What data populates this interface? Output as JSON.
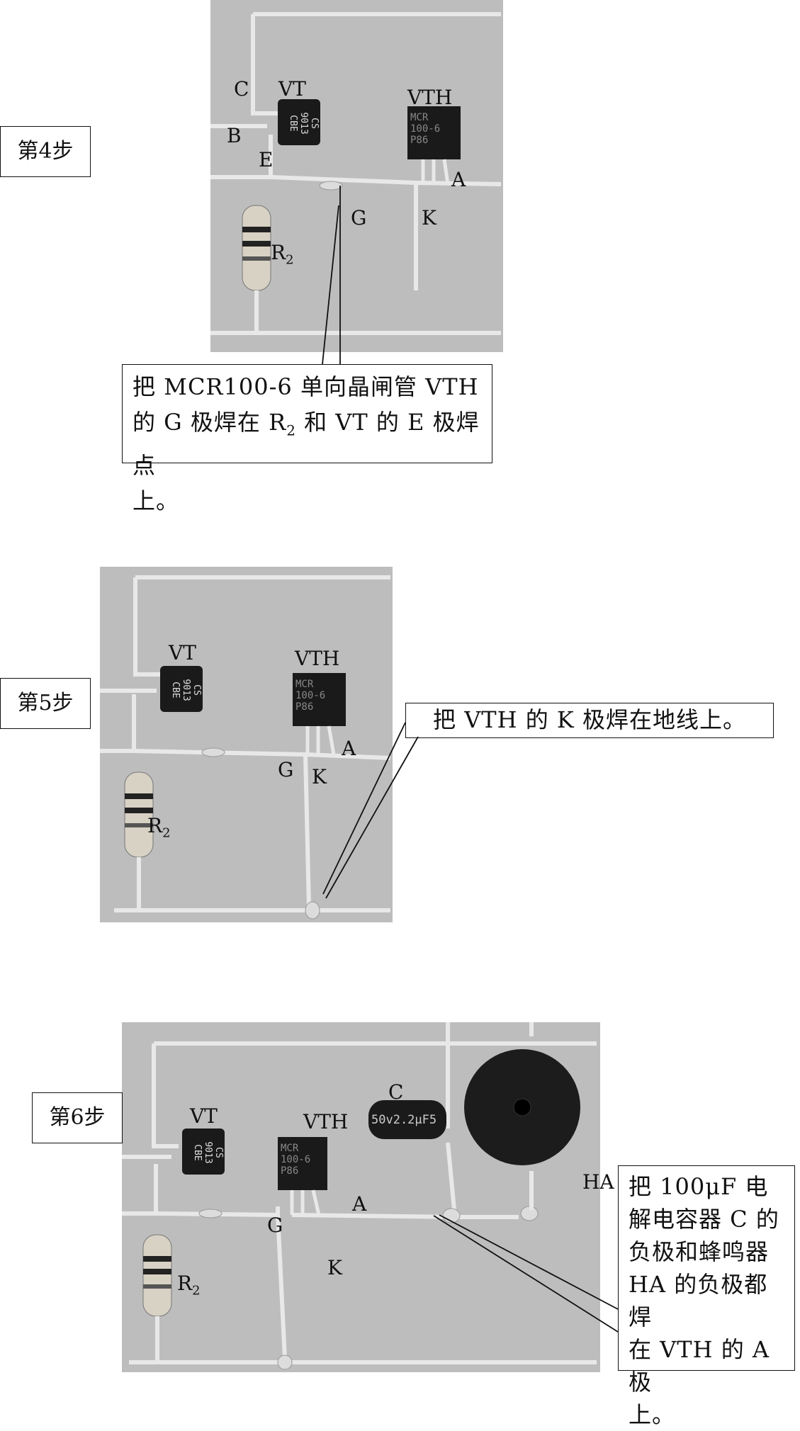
{
  "step4": {
    "step_label": "第4步",
    "note_lines": [
      "把 MCR100-6 单向晶闸管 VTH",
      "的 G 极焊在 R",
      "2",
      " 和 VT 的 E 极焊点",
      "上。"
    ],
    "labels": {
      "c": "C",
      "vt": "VT",
      "b": "B",
      "e": "E",
      "vth": "VTH",
      "a": "A",
      "g": "G",
      "k": "K",
      "r2": "R",
      "r2_sub": "2"
    },
    "vt_marking": [
      "CS",
      "9013",
      "CBE"
    ],
    "vth_marking": [
      "MCR",
      "100-6",
      "P86"
    ]
  },
  "step5": {
    "step_label": "第5步",
    "note_text": "把 VTH 的 K 极焊在地线上。",
    "labels": {
      "vt": "VT",
      "vth": "VTH",
      "a": "A",
      "g": "G",
      "k": "K",
      "r2": "R",
      "r2_sub": "2"
    },
    "vt_marking": [
      "CS",
      "9013",
      "CBE"
    ],
    "vth_marking": [
      "MCR",
      "100-6",
      "P86"
    ]
  },
  "step6": {
    "step_label": "第6步",
    "note_lines": [
      "把 100μF 电",
      "解电容器 C 的",
      "负极和蜂鸣器",
      "HA 的负极都焊",
      "在 VTH 的 A 极",
      "上。"
    ],
    "labels": {
      "vt": "VT",
      "vth": "VTH",
      "c": "C",
      "ha": "HA",
      "a": "A",
      "g": "G",
      "k": "K",
      "r2": "R",
      "r2_sub": "2"
    },
    "vt_marking": [
      "CS",
      "9013",
      "CBE"
    ],
    "vth_marking": [
      "MCR",
      "100-6",
      "P86"
    ],
    "cap_marking": "50v2.2μF5"
  }
}
